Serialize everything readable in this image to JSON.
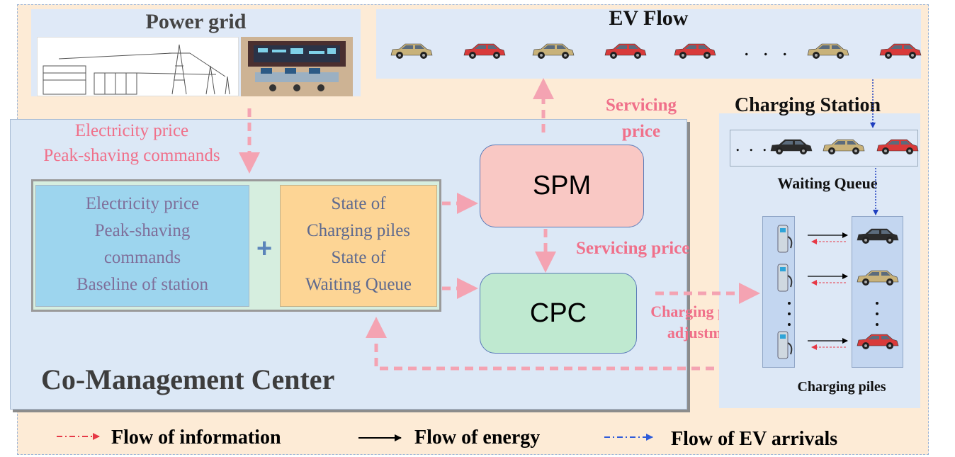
{
  "power_grid": {
    "title": "Power grid"
  },
  "ev_flow": {
    "title": "EV Flow",
    "ellipsis": ". . ."
  },
  "grid_signals": {
    "line1": "Electricity price",
    "line2": "Peak-shaving commands"
  },
  "grid_inputs": {
    "line1": "Electricity price",
    "line2": "Peak-shaving",
    "line3": "commands",
    "line4": "Baseline of station"
  },
  "station_inputs": {
    "line1": "State of",
    "line2": "Charging piles",
    "line3": "State of",
    "line4": "Waiting Queue"
  },
  "plus_symbol": "+",
  "modules": {
    "spm": "SPM",
    "cpc": "CPC"
  },
  "labels": {
    "servicing_price_top_1": "Servicing",
    "servicing_price_top_2": "price",
    "servicing_price_mid": "Servicing price",
    "charging_power_1": "Charging power",
    "charging_power_2": "adjustment"
  },
  "co_management": {
    "title": "Co-Management Center"
  },
  "charging_station": {
    "title": "Charging Station",
    "queue_label": "Waiting Queue",
    "queue_ellipsis": ". . .",
    "piles_label": "Charging piles"
  },
  "legend": {
    "information": "Flow of information",
    "energy": "Flow of energy",
    "ev_arrivals": "Flow of EV arrivals"
  },
  "colors": {
    "info_arrow": "#f4a3b2",
    "legend_info": "#e63946",
    "energy": "#000000",
    "ev_arrival": "#1f3fbf",
    "car_red": "#d93a3a",
    "car_gold": "#c8b27a",
    "car_black": "#2b2b2b"
  },
  "icons": [
    "transmission-tower-icon",
    "control-room-icon",
    "car-icon",
    "charging-pile-icon"
  ]
}
